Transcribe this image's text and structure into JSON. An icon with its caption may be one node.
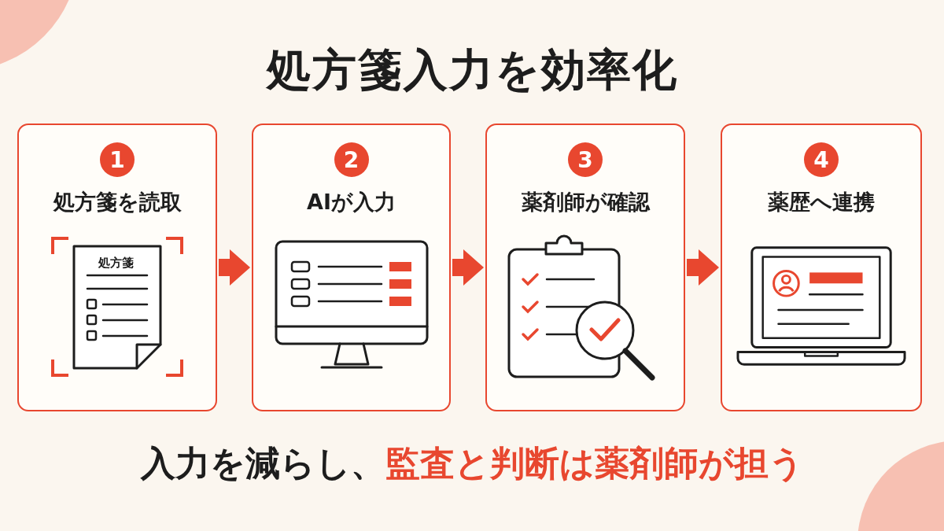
{
  "diagram": {
    "title": "処方箋入力を効率化",
    "nodes": [
      {
        "text": [
          "1",
          "処方箋を読取",
          "処方箋"
        ]
      },
      {
        "text": [
          "2",
          "AIが入力"
        ]
      },
      {
        "text": [
          "3",
          "薬剤師が確認"
        ]
      },
      {
        "text": [
          "4",
          "薬歴へ連携"
        ]
      }
    ],
    "edges": [
      {
        "from": 0,
        "to": 1,
        "arrow": "to"
      },
      {
        "from": 1,
        "to": 2,
        "arrow": "to"
      },
      {
        "from": 2,
        "to": 3,
        "arrow": "to"
      }
    ],
    "labels": [
      "入力を減らし、",
      "監査と判断は薬剤師が担う"
    ]
  }
}
